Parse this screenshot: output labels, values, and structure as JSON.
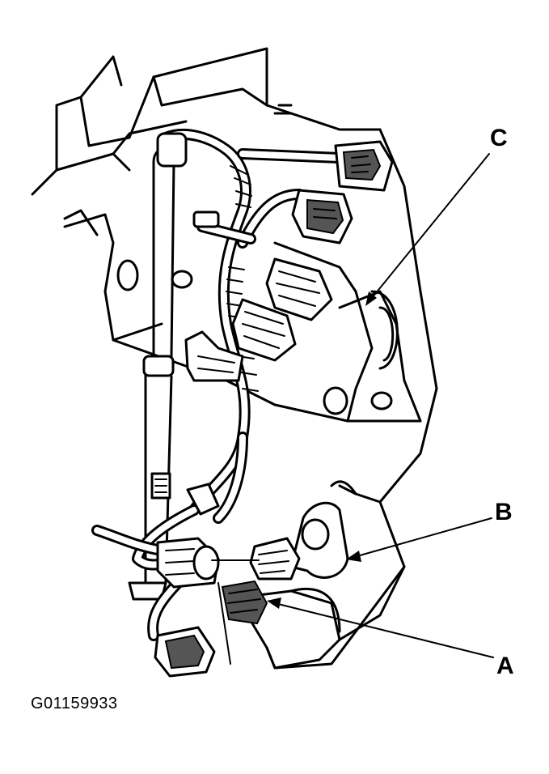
{
  "callouts": {
    "a": "A",
    "b": "B",
    "c": "C"
  },
  "figure_id": "G01159933",
  "colors": {
    "line": "#000000",
    "background": "#ffffff"
  }
}
